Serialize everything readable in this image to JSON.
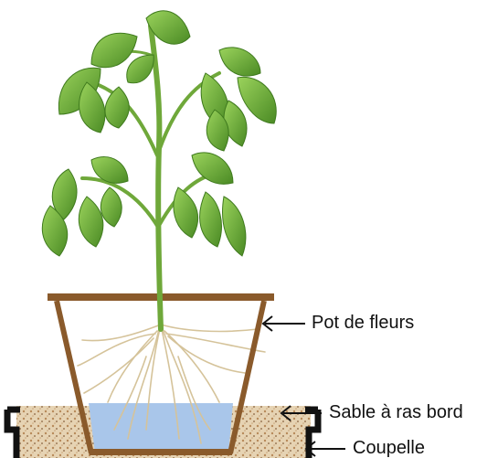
{
  "labels": {
    "pot": "Pot de fleurs",
    "sand": "Sable à ras bord",
    "saucer": "Coupelle"
  },
  "colors": {
    "pot_brown": "#8a5a2b",
    "water": "#a9c6ea",
    "sand": "#d9c2a0",
    "saucer": "#111111",
    "stem": "#6fa83a",
    "leaf": "#5f9a2c",
    "leaf_light": "#8cc54f",
    "root": "#d8c79f"
  }
}
